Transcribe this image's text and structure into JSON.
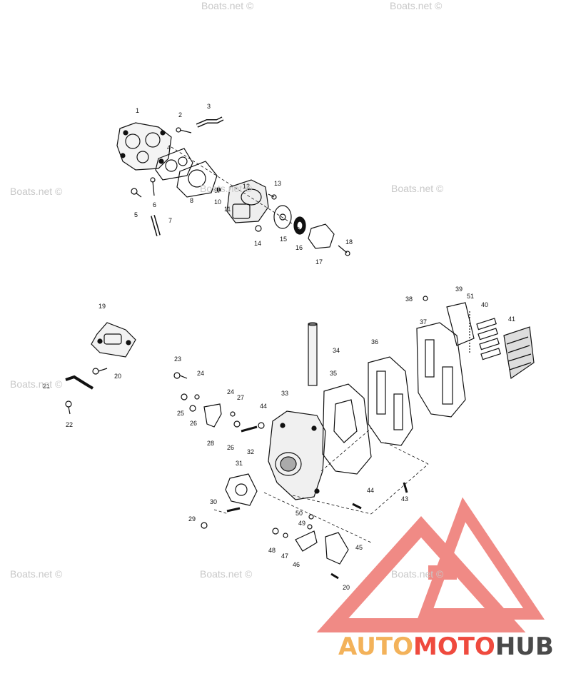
{
  "watermark_text": "Boats.net ©",
  "brand": {
    "part1": "AUTO",
    "part2": "MOTO",
    "part3": "HUB",
    "colors": {
      "auto": "#f3b25a",
      "moto": "#ef4a3e",
      "hub": "#4a4a4a",
      "logo": "#f08a85"
    }
  },
  "callouts": [
    "1",
    "2",
    "3",
    "4",
    "5",
    "6",
    "7",
    "8",
    "9",
    "10",
    "11",
    "12",
    "13",
    "14",
    "15",
    "16",
    "17",
    "18",
    "19",
    "20",
    "21",
    "22",
    "23",
    "24",
    "25",
    "26",
    "27",
    "28",
    "29",
    "30",
    "31",
    "32",
    "33",
    "34",
    "35",
    "36",
    "37",
    "38",
    "39",
    "40",
    "41",
    "43",
    "44",
    "45",
    "46",
    "47",
    "48",
    "49",
    "50",
    "51"
  ]
}
